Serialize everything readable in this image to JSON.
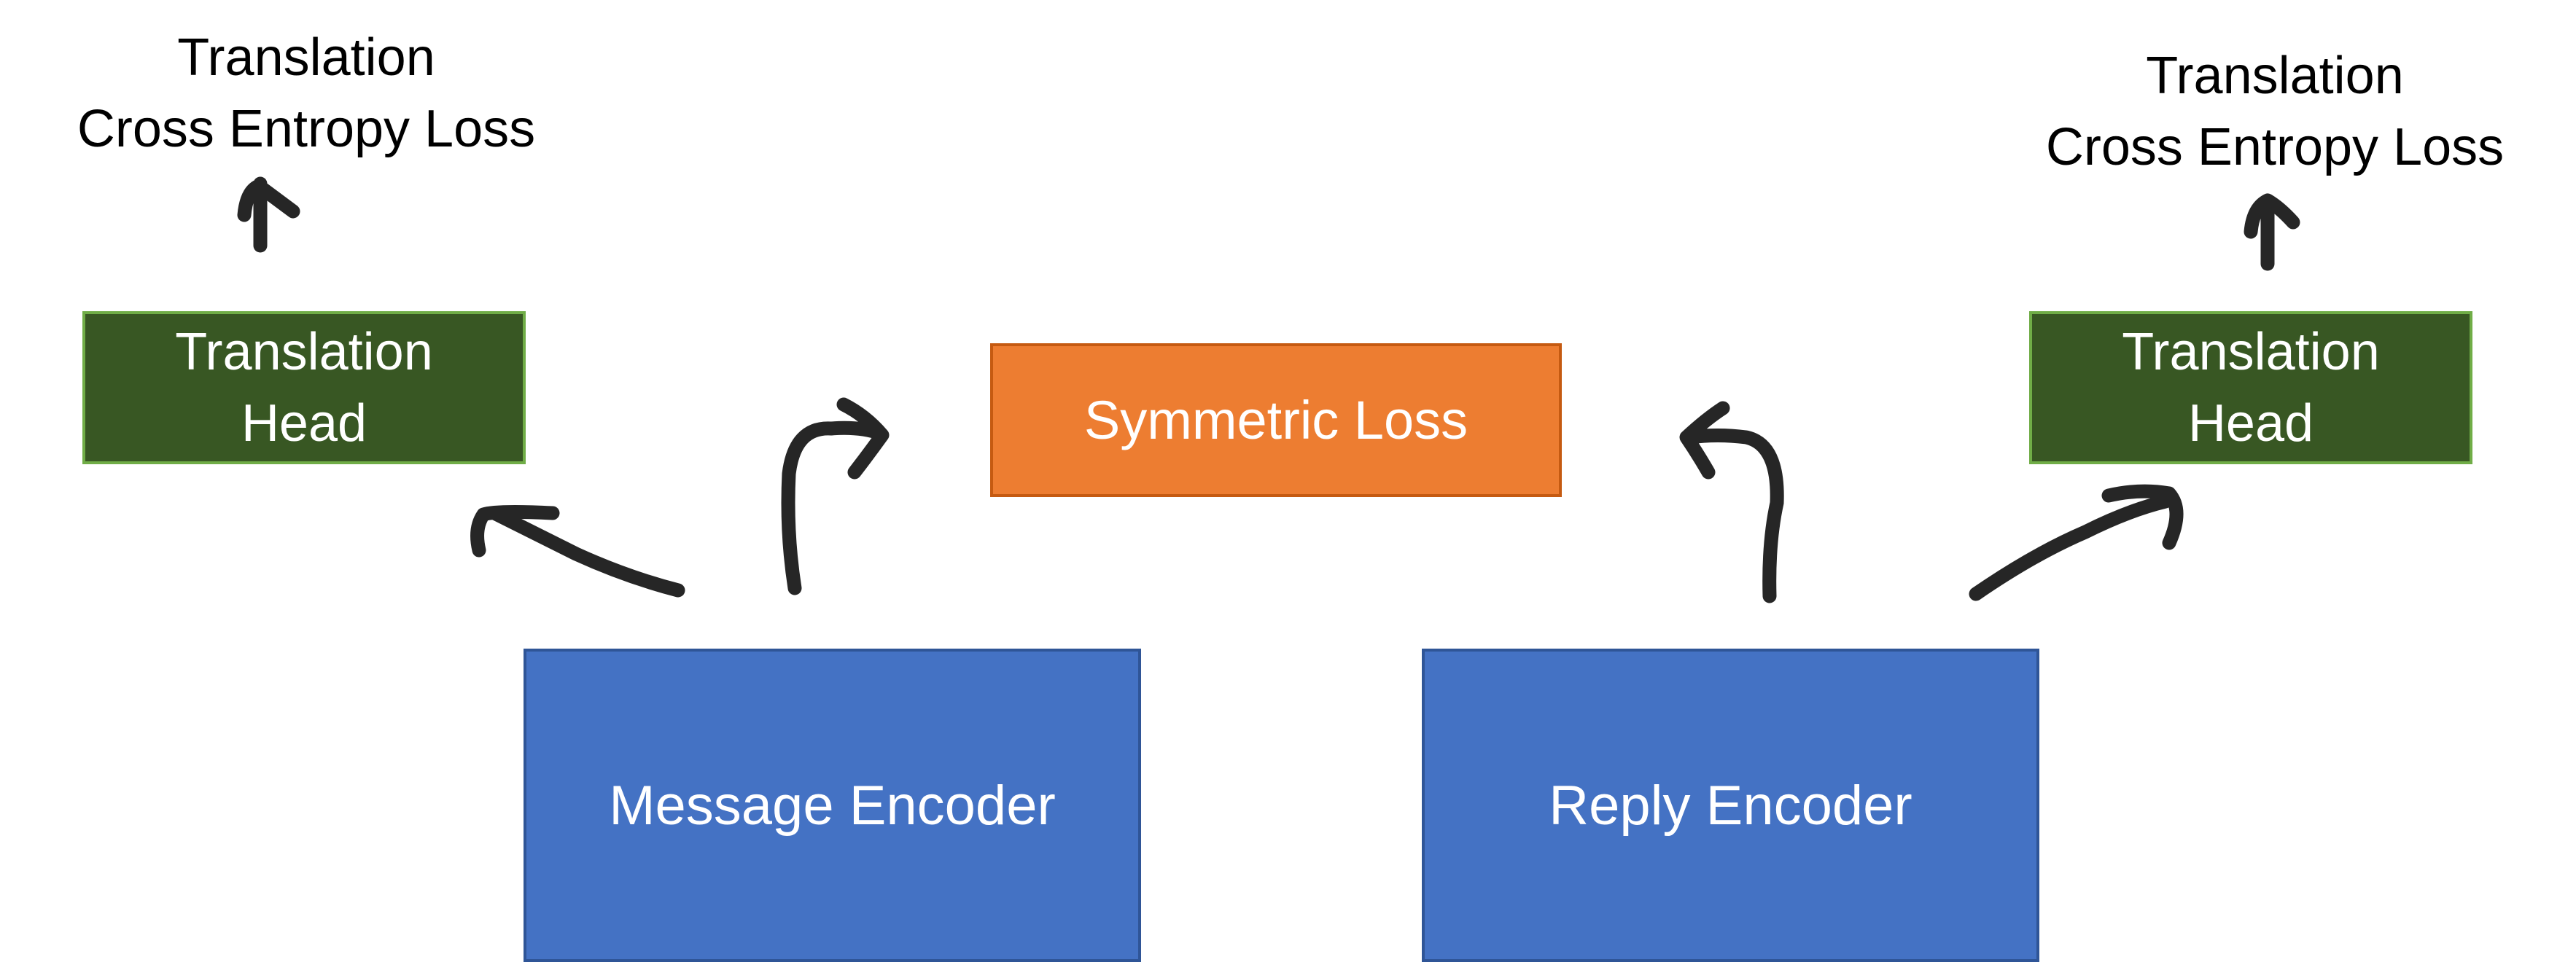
{
  "diagram": {
    "left_loss": {
      "line1": "Translation",
      "line2": "Cross Entropy Loss"
    },
    "right_loss": {
      "line1": "Translation",
      "line2": "Cross Entropy Loss"
    },
    "left_head": {
      "line1": "Translation",
      "line2": "Head"
    },
    "right_head": {
      "line1": "Translation",
      "line2": "Head"
    },
    "symmetric_loss": "Symmetric Loss",
    "message_encoder": "Message Encoder",
    "reply_encoder": "Reply Encoder"
  },
  "colors": {
    "head_fill": "#385723",
    "head_border": "#70ad47",
    "loss_fill": "#ed7d31",
    "loss_border": "#c55a11",
    "encoder_fill": "#4472c4",
    "encoder_border": "#2f5597",
    "arrow_stroke": "#262626"
  },
  "arrows": [
    "arrow-left-loss-up",
    "arrow-right-loss-up",
    "arrow-message-to-head",
    "arrow-message-to-symmetric",
    "arrow-reply-to-symmetric",
    "arrow-reply-to-head"
  ]
}
